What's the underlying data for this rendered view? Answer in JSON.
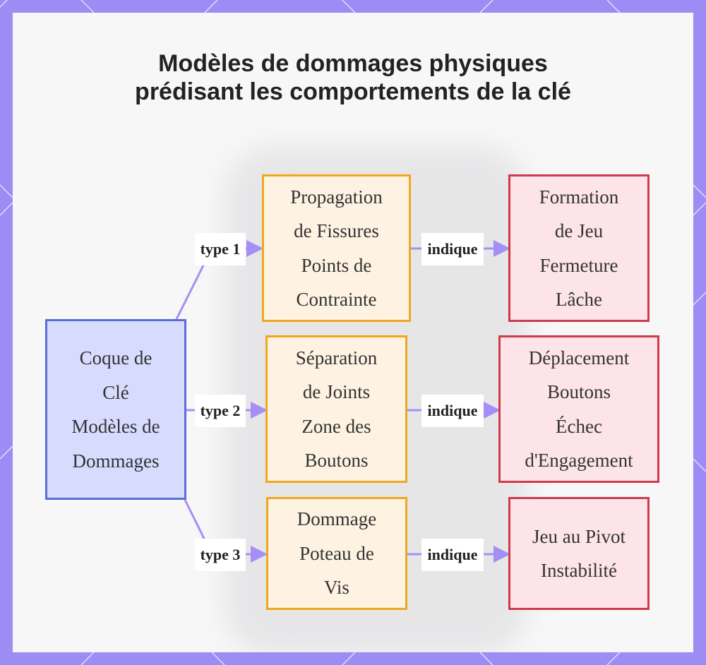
{
  "title": "Modèles de dommages physiques prédisant les comportements de la clé",
  "nodes": {
    "root": "Coque de\nClé\nModèles de\nDommages",
    "n1": "Propagation\nde Fissures\nPoints de\nContrainte",
    "n2": "Séparation\nde Joints\nZone des\nBoutons",
    "n3": "Dommage\nPoteau de\nVis",
    "r1": "Formation\nde Jeu\nFermeture\nLâche",
    "r2": "Déplacement\nBoutons\nÉchec\nd'Engagement",
    "r3": "Jeu au Pivot\nInstabilité"
  },
  "edge_labels": {
    "type1": "type 1",
    "type2": "type 2",
    "type3": "type 3",
    "indique1": "indique",
    "indique2": "indique",
    "indique3": "indique"
  },
  "colors": {
    "root_fill": "#d7dbfe",
    "root_border": "#5a6ed3",
    "mid_fill": "#fef3e2",
    "mid_border": "#f0a720",
    "res_fill": "#fde4e8",
    "res_border": "#cf3a4c",
    "edge": "#a58ef5",
    "frame": "#9d8cf4"
  }
}
